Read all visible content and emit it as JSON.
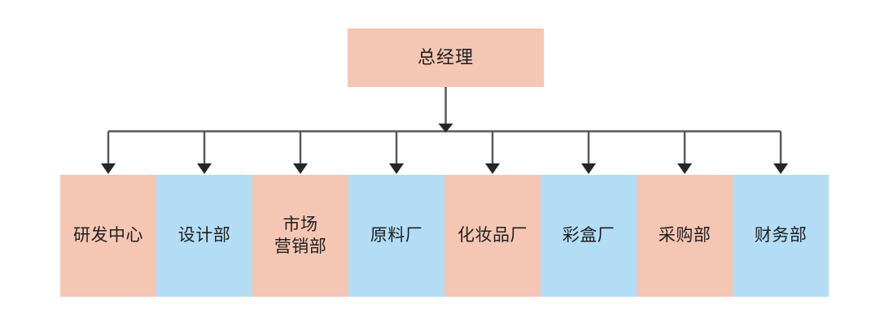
{
  "diagram": {
    "type": "organizational-chart",
    "title_node": {
      "label": "总经理",
      "fill": "#F5C6B4"
    },
    "colors": {
      "pink": "#F5C6B4",
      "blue": "#B3DDF5",
      "line": "#595959",
      "text": "#1f1f1f",
      "background": "#FFFFFF"
    },
    "departments": [
      {
        "label": "研发中心",
        "fill": "#F5C6B4",
        "lines": [
          "研发中心"
        ]
      },
      {
        "label": "设计部",
        "fill": "#B3DDF5",
        "lines": [
          "设计部"
        ]
      },
      {
        "label": "市场营销部",
        "fill": "#F5C6B4",
        "lines": [
          "市场",
          "营销部"
        ]
      },
      {
        "label": "原料厂",
        "fill": "#B3DDF5",
        "lines": [
          "原料厂"
        ]
      },
      {
        "label": "化妆品厂",
        "fill": "#F5C6B4",
        "lines": [
          "化妆品厂"
        ]
      },
      {
        "label": "彩盒厂",
        "fill": "#B3DDF5",
        "lines": [
          "彩盒厂"
        ]
      },
      {
        "label": "采购部",
        "fill": "#F5C6B4",
        "lines": [
          "采购部"
        ]
      },
      {
        "label": "财务部",
        "fill": "#B3DDF5",
        "lines": [
          "财务部"
        ]
      }
    ]
  }
}
